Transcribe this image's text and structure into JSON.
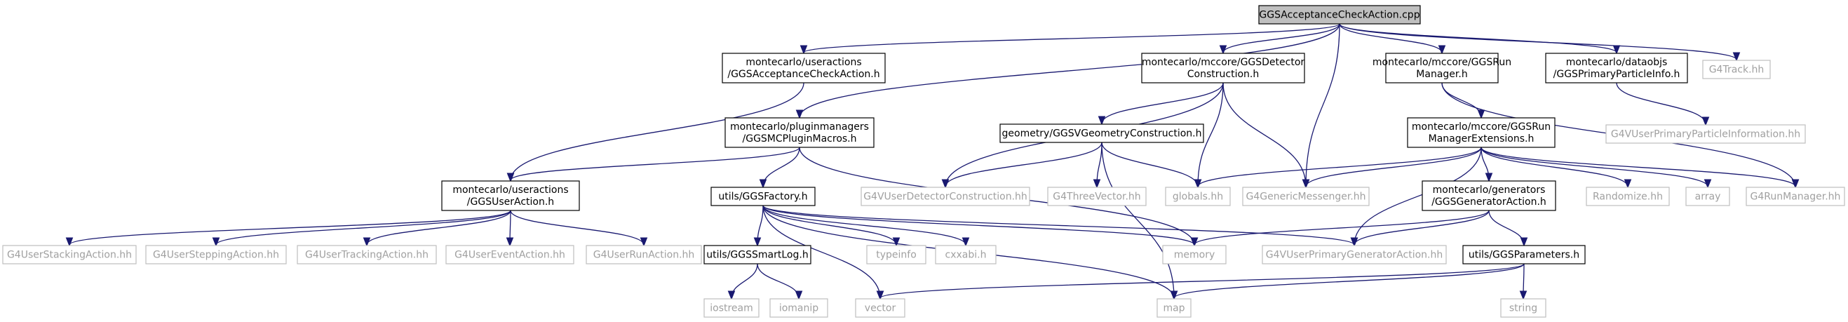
{
  "nodes": [
    {
      "id": "root",
      "kind": "root",
      "lines": [
        "GGSAcceptanceCheckAction.cpp"
      ]
    },
    {
      "id": "useractions_acc",
      "kind": "doc",
      "lines": [
        "montecarlo/useractions",
        "/GGSAcceptanceCheckAction.h"
      ]
    },
    {
      "id": "det_constr",
      "kind": "doc",
      "lines": [
        "montecarlo/mccore/GGSDetector",
        "Construction.h"
      ]
    },
    {
      "id": "run_manager",
      "kind": "doc",
      "lines": [
        "montecarlo/mccore/GGSRun",
        "Manager.h"
      ]
    },
    {
      "id": "primary_info",
      "kind": "doc",
      "lines": [
        "montecarlo/dataobjs",
        "/GGSPrimaryParticleInfo.h"
      ]
    },
    {
      "id": "g4track",
      "kind": "ext",
      "lines": [
        "G4Track.hh"
      ]
    },
    {
      "id": "plugin_macros",
      "kind": "doc",
      "lines": [
        "montecarlo/pluginmanagers",
        "/GGSMCPluginMacros.h"
      ]
    },
    {
      "id": "geom_constr",
      "kind": "doc",
      "lines": [
        "geometry/GGSVGeometryConstruction.h"
      ]
    },
    {
      "id": "run_ext",
      "kind": "doc",
      "lines": [
        "montecarlo/mccore/GGSRun",
        "ManagerExtensions.h"
      ]
    },
    {
      "id": "g4user_primary_info",
      "kind": "ext",
      "lines": [
        "G4VUserPrimaryParticleInformation.hh"
      ]
    },
    {
      "id": "user_action",
      "kind": "doc",
      "lines": [
        "montecarlo/useractions",
        "/GGSUserAction.h"
      ]
    },
    {
      "id": "factory",
      "kind": "doc",
      "lines": [
        "utils/GGSFactory.h"
      ]
    },
    {
      "id": "g4vuser_det",
      "kind": "ext",
      "lines": [
        "G4VUserDetectorConstruction.hh"
      ]
    },
    {
      "id": "g4three",
      "kind": "ext",
      "lines": [
        "G4ThreeVector.hh"
      ]
    },
    {
      "id": "globals",
      "kind": "ext",
      "lines": [
        "globals.hh"
      ]
    },
    {
      "id": "g4generic",
      "kind": "ext",
      "lines": [
        "G4GenericMessenger.hh"
      ]
    },
    {
      "id": "generator_action",
      "kind": "doc",
      "lines": [
        "montecarlo/generators",
        "/GGSGeneratorAction.h"
      ]
    },
    {
      "id": "randomize",
      "kind": "ext",
      "lines": [
        "Randomize.hh"
      ]
    },
    {
      "id": "array",
      "kind": "ext",
      "lines": [
        "array"
      ]
    },
    {
      "id": "g4runmanager",
      "kind": "ext",
      "lines": [
        "G4RunManager.hh"
      ]
    },
    {
      "id": "g4stacking",
      "kind": "ext",
      "lines": [
        "G4UserStackingAction.hh"
      ]
    },
    {
      "id": "g4stepping",
      "kind": "ext",
      "lines": [
        "G4UserSteppingAction.hh"
      ]
    },
    {
      "id": "g4tracking",
      "kind": "ext",
      "lines": [
        "G4UserTrackingAction.hh"
      ]
    },
    {
      "id": "g4event",
      "kind": "ext",
      "lines": [
        "G4UserEventAction.hh"
      ]
    },
    {
      "id": "g4run",
      "kind": "ext",
      "lines": [
        "G4UserRunAction.hh"
      ]
    },
    {
      "id": "smartlog",
      "kind": "doc",
      "lines": [
        "utils/GGSSmartLog.h"
      ]
    },
    {
      "id": "typeinfo",
      "kind": "ext",
      "lines": [
        "typeinfo"
      ]
    },
    {
      "id": "cxxabi",
      "kind": "ext",
      "lines": [
        "cxxabi.h"
      ]
    },
    {
      "id": "memory",
      "kind": "ext",
      "lines": [
        "memory"
      ]
    },
    {
      "id": "g4vuser_primary_gen",
      "kind": "ext",
      "lines": [
        "G4VUserPrimaryGeneratorAction.hh"
      ]
    },
    {
      "id": "parameters",
      "kind": "doc",
      "lines": [
        "utils/GGSParameters.h"
      ]
    },
    {
      "id": "iostream",
      "kind": "ext",
      "lines": [
        "iostream"
      ]
    },
    {
      "id": "iomanip",
      "kind": "ext",
      "lines": [
        "iomanip"
      ]
    },
    {
      "id": "vector",
      "kind": "ext",
      "lines": [
        "vector"
      ]
    },
    {
      "id": "map",
      "kind": "ext",
      "lines": [
        "map"
      ]
    },
    {
      "id": "string",
      "kind": "ext",
      "lines": [
        "string"
      ]
    }
  ],
  "edges": [
    {
      "from": "root",
      "to": "useractions_acc"
    },
    {
      "from": "root",
      "to": "det_constr"
    },
    {
      "from": "root",
      "to": "run_manager"
    },
    {
      "from": "root",
      "to": "primary_info"
    },
    {
      "from": "root",
      "to": "g4track"
    },
    {
      "from": "root",
      "to": "plugin_macros"
    },
    {
      "from": "root",
      "to": "g4generic"
    },
    {
      "from": "useractions_acc",
      "to": "user_action"
    },
    {
      "from": "plugin_macros",
      "to": "user_action"
    },
    {
      "from": "plugin_macros",
      "to": "factory"
    },
    {
      "from": "plugin_macros",
      "to": "memory"
    },
    {
      "from": "user_action",
      "to": "g4stacking"
    },
    {
      "from": "user_action",
      "to": "g4stepping"
    },
    {
      "from": "user_action",
      "to": "g4tracking"
    },
    {
      "from": "user_action",
      "to": "g4event"
    },
    {
      "from": "user_action",
      "to": "g4run"
    },
    {
      "from": "det_constr",
      "to": "geom_constr"
    },
    {
      "from": "det_constr",
      "to": "g4vuser_det"
    },
    {
      "from": "det_constr",
      "to": "globals"
    },
    {
      "from": "det_constr",
      "to": "g4generic"
    },
    {
      "from": "geom_constr",
      "to": "g4vuser_det"
    },
    {
      "from": "geom_constr",
      "to": "g4three"
    },
    {
      "from": "geom_constr",
      "to": "globals"
    },
    {
      "from": "geom_constr",
      "to": "map"
    },
    {
      "from": "run_manager",
      "to": "run_ext"
    },
    {
      "from": "run_manager",
      "to": "g4runmanager"
    },
    {
      "from": "primary_info",
      "to": "g4user_primary_info"
    },
    {
      "from": "run_ext",
      "to": "globals"
    },
    {
      "from": "run_ext",
      "to": "g4generic"
    },
    {
      "from": "run_ext",
      "to": "generator_action"
    },
    {
      "from": "run_ext",
      "to": "randomize"
    },
    {
      "from": "run_ext",
      "to": "array"
    },
    {
      "from": "run_ext",
      "to": "g4runmanager"
    },
    {
      "from": "run_ext",
      "to": "g4vuser_primary_gen"
    },
    {
      "from": "generator_action",
      "to": "memory"
    },
    {
      "from": "generator_action",
      "to": "g4vuser_primary_gen"
    },
    {
      "from": "generator_action",
      "to": "parameters"
    },
    {
      "from": "factory",
      "to": "smartlog"
    },
    {
      "from": "factory",
      "to": "typeinfo"
    },
    {
      "from": "factory",
      "to": "cxxabi"
    },
    {
      "from": "factory",
      "to": "memory"
    },
    {
      "from": "factory",
      "to": "vector"
    },
    {
      "from": "factory",
      "to": "map"
    },
    {
      "from": "factory",
      "to": "g4vuser_primary_gen"
    },
    {
      "from": "smartlog",
      "to": "iostream"
    },
    {
      "from": "smartlog",
      "to": "iomanip"
    },
    {
      "from": "parameters",
      "to": "vector"
    },
    {
      "from": "parameters",
      "to": "map"
    },
    {
      "from": "parameters",
      "to": "string"
    }
  ],
  "colors": {
    "edge": "#191970",
    "node_border": "#000000",
    "external_border": "#bfbfbf",
    "external_text": "#a0a0a0",
    "root_fill": "#bfbfbf"
  }
}
